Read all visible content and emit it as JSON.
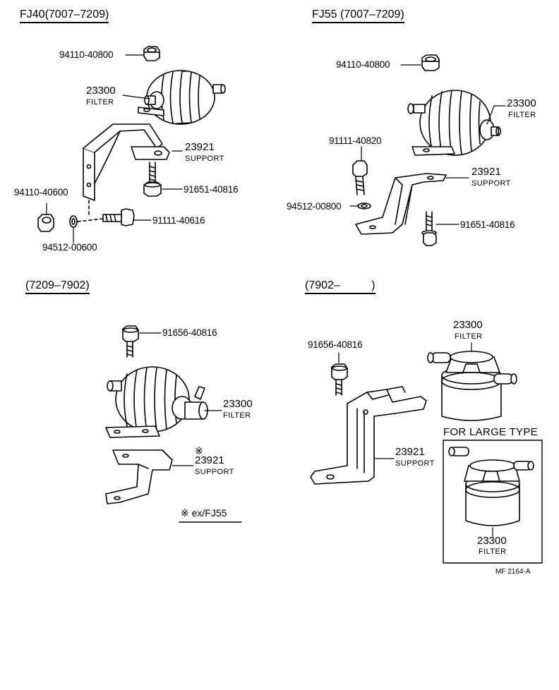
{
  "sections": {
    "fj40": {
      "header": "FJ40(7007–7209)"
    },
    "fj55": {
      "header": "FJ55  (7007–7209)"
    },
    "mid": {
      "header": "(7209–7902)"
    },
    "late": {
      "header": "(7902–          )"
    }
  },
  "fj40": {
    "nut": "94110-40800",
    "filter_no": "23300",
    "filter_txt": "FILTER",
    "support_no": "23921",
    "support_txt": "SUPPORT",
    "bolt_a": "91651-40816",
    "nut_b": "94110-40600",
    "bolt_b": "91111-40616",
    "washer": "94512-00600"
  },
  "fj55": {
    "nut": "94110-40800",
    "filter_no": "23300",
    "filter_txt": "FILTER",
    "bolt_c": "91111-40820",
    "support_no": "23921",
    "support_txt": "SUPPORT",
    "washer": "94512-00800",
    "bolt_a": "91651-40816"
  },
  "mid": {
    "bolt": "91656-40816",
    "filter_no": "23300",
    "filter_txt": "FILTER",
    "mark": "※",
    "support_no": "23921",
    "support_txt": "SUPPORT",
    "note": "※ ex/FJ55"
  },
  "late": {
    "filter_no": "23300",
    "filter_txt": "FILTER",
    "bolt": "91656-40816",
    "support_no": "23921",
    "support_txt": "SUPPORT",
    "large_title": "FOR LARGE TYPE",
    "large_filter_no": "23300",
    "large_filter_txt": "FILTER"
  },
  "ref_code": "MF 2164-A"
}
